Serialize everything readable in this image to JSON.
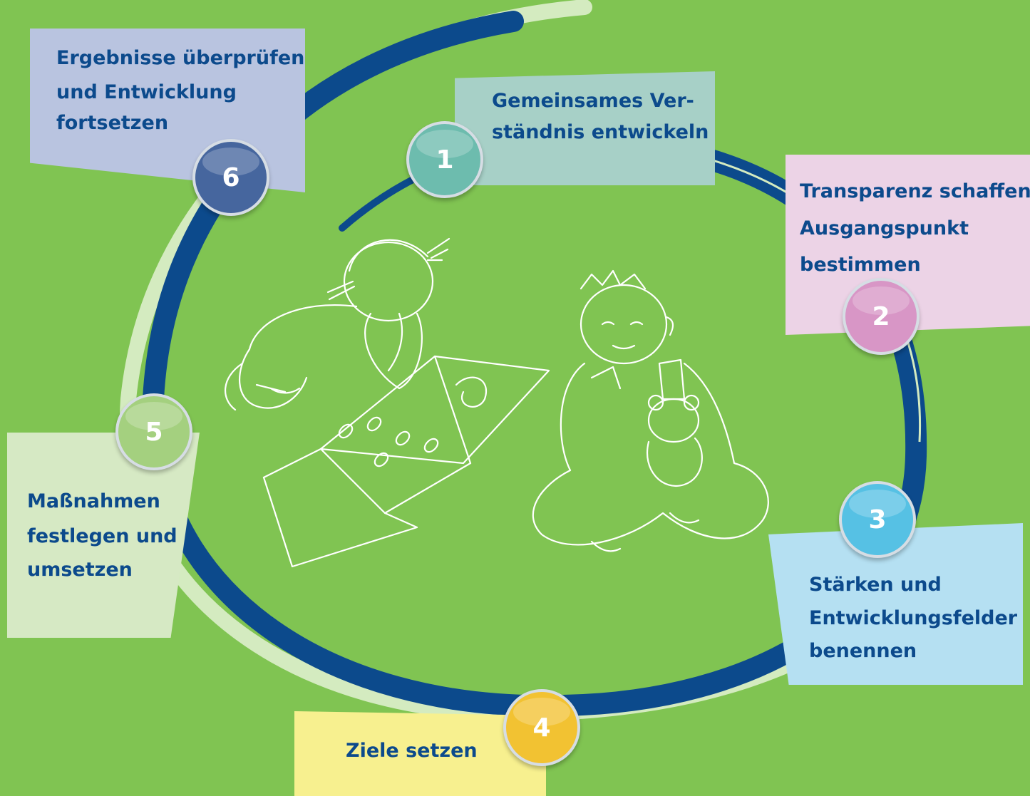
{
  "steps": [
    {
      "number": "1",
      "lines": [
        "Gemeinsames Ver-",
        "ständnis entwickeln"
      ],
      "card_color": "#a7d0c7",
      "badge_color": "#6dbcae"
    },
    {
      "number": "2",
      "lines": [
        "Transparenz schaffen,",
        "Ausgangspunkt",
        "bestimmen"
      ],
      "card_color": "#ecd3e6",
      "badge_color": "#d896c6"
    },
    {
      "number": "3",
      "lines": [
        "Stärken und",
        "Entwicklungsfelder",
        "benennen"
      ],
      "card_color": "#b5e0f2",
      "badge_color": "#56c1e4"
    },
    {
      "number": "4",
      "lines": [
        "Ziele setzen"
      ],
      "card_color": "#f7f08f",
      "badge_color": "#f2c232"
    },
    {
      "number": "5",
      "lines": [
        "Maßnahmen",
        "festlegen und",
        "umsetzen"
      ],
      "card_color": "#d6e9c4",
      "badge_color": "#a4d07f"
    },
    {
      "number": "6",
      "lines": [
        "Ergebnisse überprüfen",
        "und Entwicklung",
        "fortsetzen"
      ],
      "card_color": "#b9c4e0",
      "badge_color": "#46669e"
    }
  ],
  "colors": {
    "background": "#80c452",
    "text": "#0c4a8c",
    "ring": "#0c4a8c",
    "ring_light": "#d4ebc0"
  }
}
